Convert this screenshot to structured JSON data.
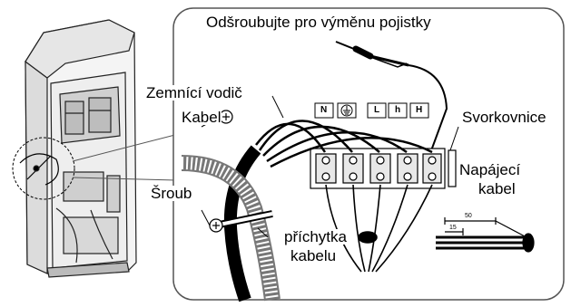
{
  "labels": {
    "fuse": "Odšroubujte pro výměnu pojistky",
    "ground_wire": "Zemnící vodič",
    "cable": "Kabel",
    "terminal_block": "Svorkovnice",
    "supply_cable_1": "Napájecí",
    "supply_cable_2": "kabel",
    "screw": "Šroub",
    "cable_clip_1": "příchytka",
    "cable_clip_2": "kabelu"
  },
  "terminals": [
    "N",
    "L",
    "h",
    "H"
  ],
  "dimensions": {
    "outer": "50",
    "inner": "15"
  },
  "icons": [
    "ground-symbol-icon",
    "screw-icon"
  ]
}
